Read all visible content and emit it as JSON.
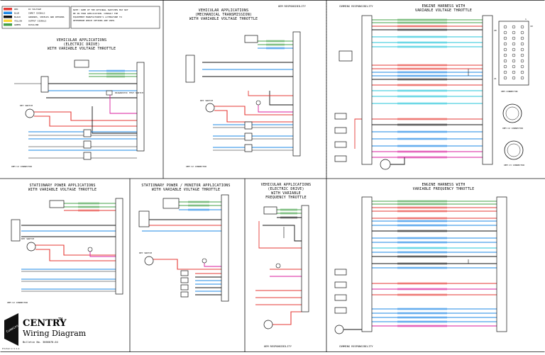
{
  "legend": {
    "rows": [
      {
        "code": "RED",
        "desc": "DC VOLTAGE",
        "color": "#e53935"
      },
      {
        "code": "BLUE",
        "desc": "INPUT SIGNALS",
        "color": "#1e88e5"
      },
      {
        "code": "BLACK",
        "desc": "GROUNDS, SHIELDS AND RETURNS",
        "color": "#111111"
      },
      {
        "code": "YELLOW",
        "desc": "OUTPUT SIGNALS",
        "color": "#fdd835"
      },
      {
        "code": "GREEN",
        "desc": "DATALINK",
        "color": "#43a047"
      }
    ],
    "note": [
      "NOTE: SOME OF THE OPTIONAL SWITCHES MAY NOT",
      "BE IN YOUR APPLICATION. CONSULT THE",
      "EQUIPMENT MANUFACTURER'S LITERATURE TO",
      "DETERMINE WHICH OPTIONS ARE USED."
    ]
  },
  "panels": {
    "p1": [
      "VEHICULAR APPLICATIONS",
      "(ELECTRIC DRIVE)",
      "WITH VARIABLE VOLTAGE THROTTLE"
    ],
    "p2": [
      "VEHICULAR APPLICATIONS",
      "(MECHANICAL TRANSMISSION)",
      "WITH VARIABLE VOLTAGE THROTTLE"
    ],
    "p3": [
      "ENGINE HARNESS WITH",
      "VARIABLE VOLTAGE THROTTLE"
    ],
    "p4": [
      "STATIONARY POWER APPLICATIONS",
      "WITH VARIABLE VOLTAGE THROTTLE"
    ],
    "p5": [
      "STATIONARY POWER / MONITOR APPLICATIONS",
      "WITH VARIABLE VOLTAGE THROTTLE"
    ],
    "p6": [
      "VEHICULAR APPLICATIONS",
      "(ELECTRIC DRIVE)",
      "WITH VARIABLE",
      "FREQUENCY THROTTLE"
    ],
    "p7": [
      "ENGINE HARNESS WITH",
      "VARIABLE FREQUENCY THROTTLE"
    ]
  },
  "labels": {
    "oem_responsibility": "OEM RESPONSIBILITY",
    "cummins_responsibility": "CUMMINS RESPONSIBILITY",
    "oem_connector": "OEM CONNECTOR",
    "oem_c2_connector": "OEM C2 CONNECTOR",
    "oem_c3_connector": "OEM C3 CONNECTOR",
    "key_switch": "KEY SWITCH",
    "diagnostic_test_switch": "DIAGNOSTIC TEST SWITCH",
    "ecm_connector": "OEM CONNECTOR",
    "pin_numbers": [
      "1",
      "10",
      "11",
      "20",
      "21",
      "30"
    ]
  },
  "title": {
    "brand": "CENTRY",
    "tm": "TM",
    "name": "Wiring Diagram",
    "bulletin": "Bulletin No. 3666078-04",
    "logo_text": "Cummins",
    "printed": "Printed in U.S.A."
  },
  "colors": {
    "red": "#e53935",
    "blue": "#1e88e5",
    "black": "#111111",
    "yellow": "#fdd835",
    "green": "#43a047",
    "magenta": "#d81b9c",
    "cyan": "#26c6da",
    "orange": "#ff6f00"
  }
}
